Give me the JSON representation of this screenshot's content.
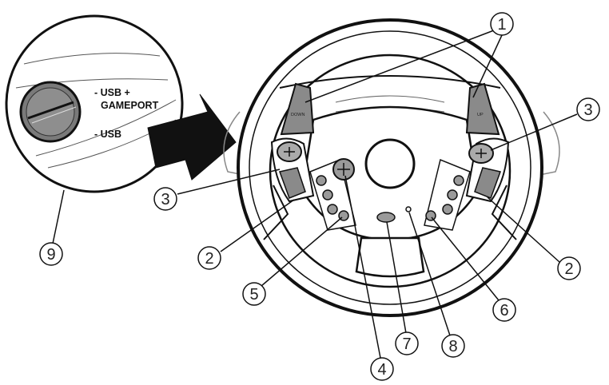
{
  "inset": {
    "label_usb_gameport_line1": "- USB +",
    "label_usb_gameport_line2": "GAMEPORT",
    "label_usb": "- USB"
  },
  "paddles": {
    "left_label": "DOWN",
    "right_label": "UP"
  },
  "callouts": [
    {
      "id": "c1",
      "label": "1"
    },
    {
      "id": "c3r",
      "label": "3"
    },
    {
      "id": "c3l",
      "label": "3"
    },
    {
      "id": "c2l",
      "label": "2"
    },
    {
      "id": "c2r",
      "label": "2"
    },
    {
      "id": "c5",
      "label": "5"
    },
    {
      "id": "c6",
      "label": "6"
    },
    {
      "id": "c7",
      "label": "7"
    },
    {
      "id": "c8",
      "label": "8"
    },
    {
      "id": "c4",
      "label": "4"
    },
    {
      "id": "c9",
      "label": "9"
    }
  ],
  "colors": {
    "outline": "#111111",
    "paddle_fill": "#8a8a8a",
    "button_fill": "#9a9a9a",
    "arrow_fill": "#111111",
    "body_fill": "#ffffff"
  }
}
